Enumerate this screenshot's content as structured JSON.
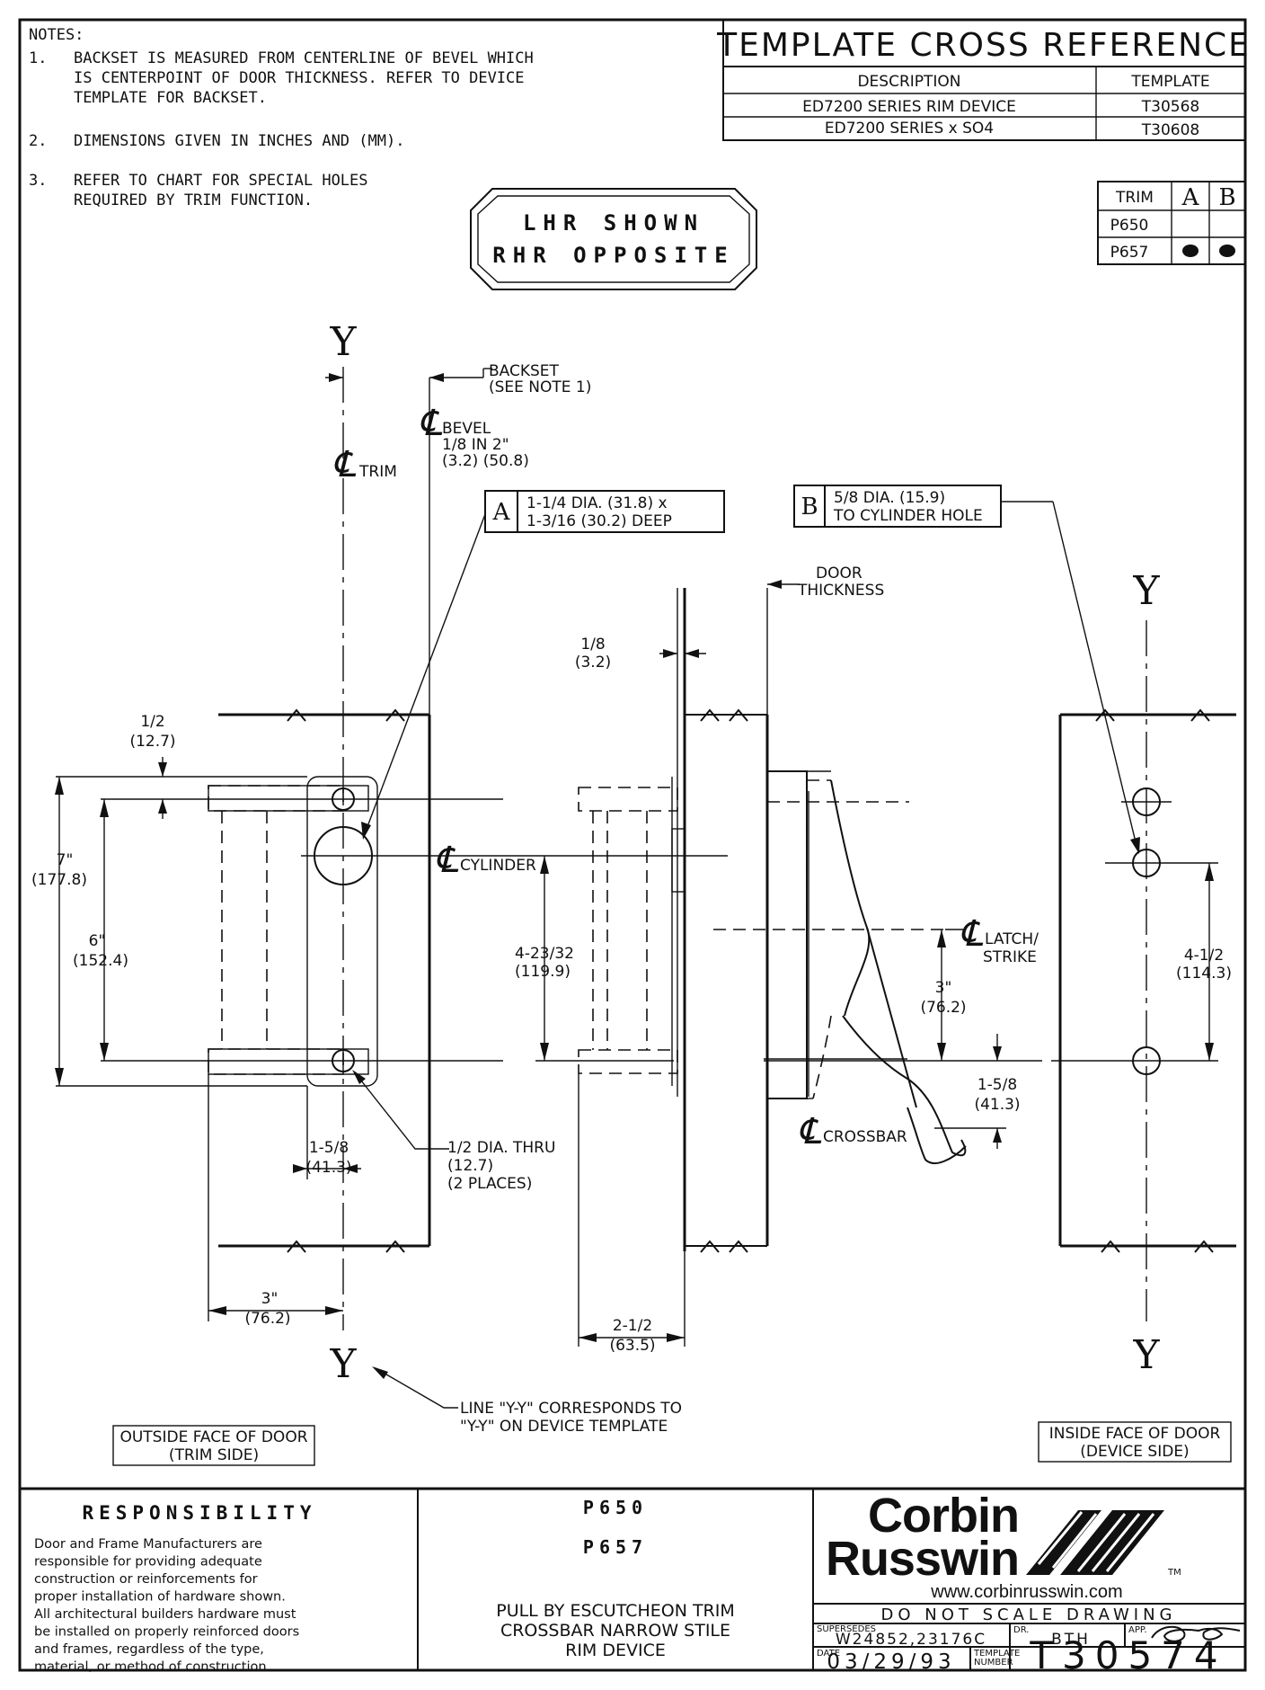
{
  "notes": {
    "heading": "NOTES:",
    "items": [
      {
        "num": "1.",
        "lines": [
          "BACKSET IS MEASURED FROM CENTERLINE OF BEVEL WHICH",
          "IS CENTERPOINT OF DOOR THICKNESS. REFER TO DEVICE",
          "TEMPLATE FOR BACKSET."
        ]
      },
      {
        "num": "2.",
        "lines": [
          "DIMENSIONS GIVEN IN INCHES AND (MM)."
        ]
      },
      {
        "num": "3.",
        "lines": [
          "REFER TO CHART FOR SPECIAL HOLES",
          "REQUIRED BY TRIM FUNCTION."
        ]
      }
    ]
  },
  "cross_reference": {
    "title": "TEMPLATE CROSS REFERENCE",
    "headers": [
      "DESCRIPTION",
      "TEMPLATE"
    ],
    "rows": [
      [
        "ED7200 SERIES RIM DEVICE",
        "T30568"
      ],
      [
        "ED7200 SERIES x SO4",
        "T30608"
      ]
    ]
  },
  "trim_chart": {
    "headers": [
      "TRIM",
      "A",
      "B"
    ],
    "rows": [
      {
        "trim": "P650",
        "a": false,
        "b": false
      },
      {
        "trim": "P657",
        "a": true,
        "b": true
      }
    ]
  },
  "hand_badge": {
    "line1": "LHR SHOWN",
    "line2": "RHR OPPOSITE"
  },
  "symbols": {
    "y": "Y",
    "centerline": "℄"
  },
  "labels": {
    "backset": [
      "BACKSET",
      "(SEE NOTE 1)"
    ],
    "bevel": [
      "BEVEL",
      "1/8 IN 2\"",
      "(3.2) (50.8)"
    ],
    "trim": "TRIM",
    "callout_a": {
      "letter": "A",
      "lines": [
        "1-1/4 DIA. (31.8) x",
        "1-3/16 (30.2) DEEP"
      ]
    },
    "callout_b": {
      "letter": "B",
      "lines": [
        "5/8 DIA. (15.9)",
        "TO CYLINDER HOLE"
      ]
    },
    "door_thickness": [
      "DOOR",
      "THICKNESS"
    ],
    "eighth": [
      "1/8",
      "(3.2)"
    ],
    "half": [
      "1/2",
      "(12.7)"
    ],
    "seven": [
      "7\"",
      "(177.8)"
    ],
    "six": [
      "6\"",
      "(152.4)"
    ],
    "cylinder": "CYLINDER",
    "dim_4_23_32": [
      "4-23/32",
      "(119.9)"
    ],
    "latch_strike": [
      "LATCH/",
      "STRIKE"
    ],
    "three_v": [
      "3\"",
      "(76.2)"
    ],
    "dim_4_1_2": [
      "4-1/2",
      "(114.3)"
    ],
    "dim_1_5_8_right": [
      "1-5/8",
      "(41.3)"
    ],
    "crossbar": "CROSSBAR",
    "dim_1_5_8_left": [
      "1-5/8",
      "(41.3)"
    ],
    "half_dia": [
      "1/2 DIA. THRU",
      "(12.7)",
      "(2 PLACES)"
    ],
    "three_h": [
      "3\"",
      "(76.2)"
    ],
    "dim_2_1_2": [
      "2-1/2",
      "(63.5)"
    ],
    "line_yy": [
      "LINE \"Y-Y\" CORRESPONDS TO",
      "\"Y-Y\" ON DEVICE TEMPLATE"
    ],
    "outside_face": [
      "OUTSIDE FACE OF DOOR",
      "(TRIM SIDE)"
    ],
    "inside_face": [
      "INSIDE FACE OF DOOR",
      "(DEVICE SIDE)"
    ]
  },
  "title_block": {
    "responsibility_heading": "RESPONSIBILITY",
    "responsibility_lines": [
      "Door and Frame Manufacturers are",
      "responsible for providing adequate",
      "construction or reinforcements for",
      "proper installation of hardware shown.",
      "All architectural builders hardware must",
      "be installed on properly reinforced doors",
      "and frames, regardless of the type,",
      "material, or method of construction."
    ],
    "models": [
      "P650",
      "P657"
    ],
    "product": [
      "PULL BY ESCUTCHEON TRIM",
      "CROSSBAR NARROW STILE",
      "RIM DEVICE"
    ],
    "brand": [
      "Corbin",
      "Russwin"
    ],
    "trademark": "TM",
    "website": "www.corbinrusswin.com",
    "do_not_scale": "DO NOT SCALE DRAWING",
    "supersedes_label": "SUPERSEDES",
    "supersedes": "W24852,23176C",
    "dr_label": "DR.",
    "drawn_by": "BTH",
    "app_label": "APP.",
    "date_label": "DATE",
    "date": "03/29/93",
    "template_label": [
      "TEMPLATE",
      "NUMBER"
    ],
    "template_number": "T30574"
  }
}
